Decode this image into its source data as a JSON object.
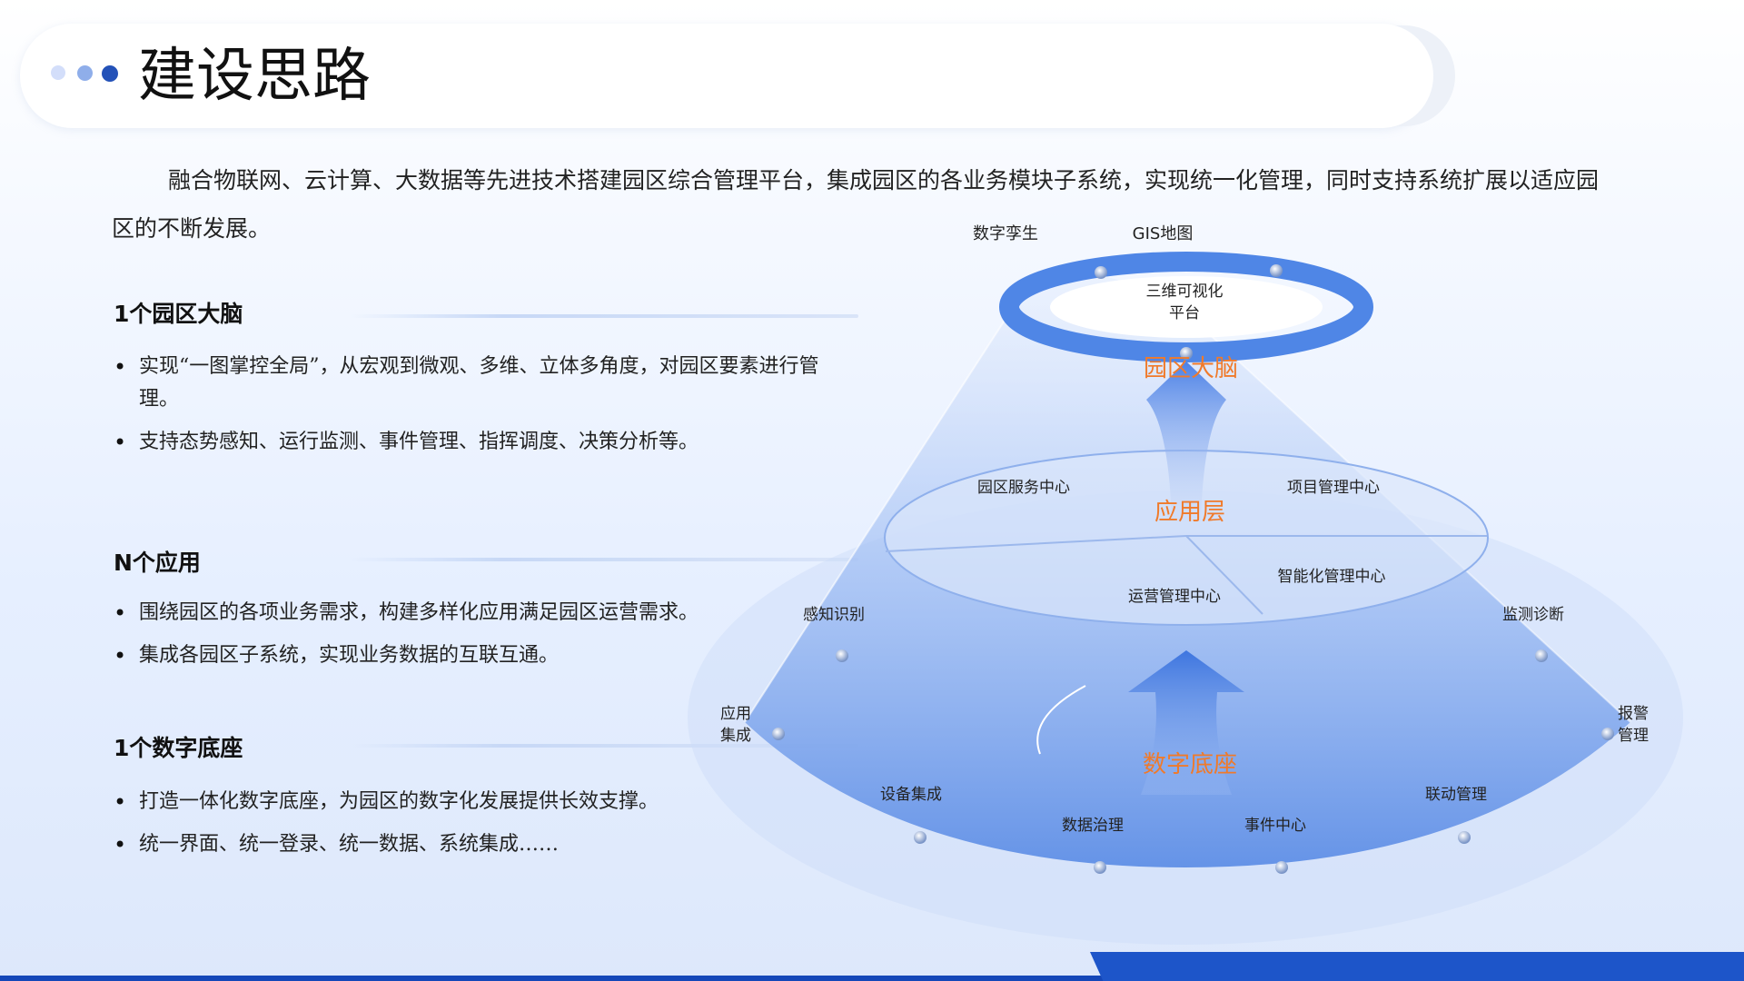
{
  "title": "建设思路",
  "intro": "融合物联网、云计算、大数据等先进技术搭建园区综合管理平台，集成园区的各业务模块子系统，实现统一化管理，同时支持系统扩展以适应园区的不断发展。",
  "sections": [
    {
      "heading": "1个园区大脑",
      "bullets": [
        "实现“一图掌控全局”，从宏观到微观、多维、立体多角度，对园区要素进行管理。",
        "支持态势感知、运行监测、事件管理、指挥调度、决策分析等。"
      ]
    },
    {
      "heading": "N个应用",
      "bullets": [
        "围绕园区的各项业务需求，构建多样化应用满足园区运营需求。",
        "集成各园区子系统，实现业务数据的互联互通。"
      ]
    },
    {
      "heading": "1个数字底座",
      "bullets": [
        "打造一体化数字底座，为园区的数字化发展提供长效支撑。",
        "统一界面、统一登录、统一数据、系统集成……"
      ]
    }
  ],
  "diagram": {
    "top_labels": {
      "left": "数字孪生",
      "right": "GIS地图",
      "center_line1": "三维可视化",
      "center_line2": "平台"
    },
    "layers": {
      "brain": "园区大脑",
      "app": "应用层",
      "base": "数字底座"
    },
    "app_labels": {
      "service": "园区服务中心",
      "project": "项目管理中心",
      "ops": "运营管理中心",
      "smart": "智能化管理中心"
    },
    "side_labels": {
      "perception": "感知识别",
      "monitor": "监测诊断",
      "app_integration_l1": "应用",
      "app_integration_l2": "集成",
      "alarm_l1": "报警",
      "alarm_l2": "管理"
    },
    "base_labels": {
      "device": "设备集成",
      "governance": "数据治理",
      "event": "事件中心",
      "linkage": "联动管理"
    },
    "colors": {
      "accent": "#f07a2a",
      "primary": "#1d55c9",
      "ring": "#4f86e6"
    }
  }
}
